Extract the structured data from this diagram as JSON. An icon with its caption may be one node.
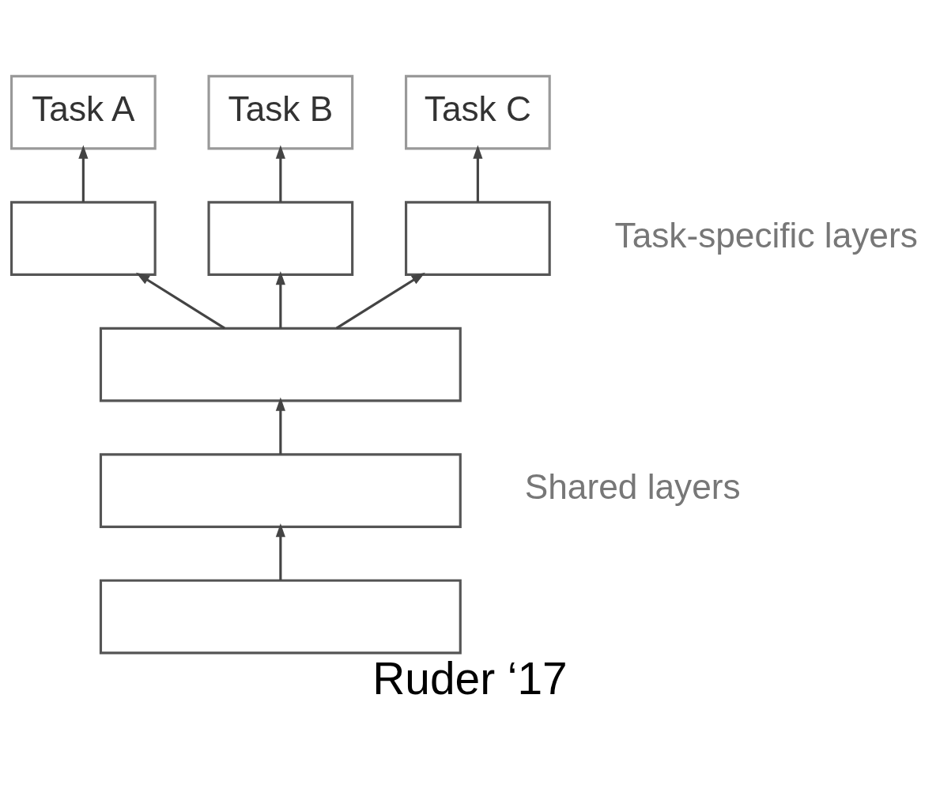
{
  "diagram": {
    "caption": "Ruder ‘17",
    "nodes": [
      {
        "text": [
          "Task A"
        ]
      },
      {
        "text": [
          "Task B"
        ]
      },
      {
        "text": [
          "Task C"
        ]
      },
      {
        "text": [],
        "shape": "box"
      },
      {
        "text": [],
        "shape": "box"
      },
      {
        "text": [],
        "shape": "box"
      },
      {
        "text": [],
        "shape": "box"
      },
      {
        "text": [],
        "shape": "box"
      },
      {
        "text": [],
        "shape": "box"
      }
    ],
    "edges": [
      {
        "from": 3,
        "to": 0,
        "arrow": "to"
      },
      {
        "from": 4,
        "to": 1,
        "arrow": "to"
      },
      {
        "from": 5,
        "to": 2,
        "arrow": "to"
      },
      {
        "from": 6,
        "to": 3,
        "arrow": "to"
      },
      {
        "from": 6,
        "to": 4,
        "arrow": "to"
      },
      {
        "from": 6,
        "to": 5,
        "arrow": "to"
      },
      {
        "from": 7,
        "to": 6,
        "arrow": "to"
      },
      {
        "from": 8,
        "to": 7,
        "arrow": "to"
      }
    ],
    "labels": [
      "Task-specific layers",
      "Shared layers"
    ]
  }
}
